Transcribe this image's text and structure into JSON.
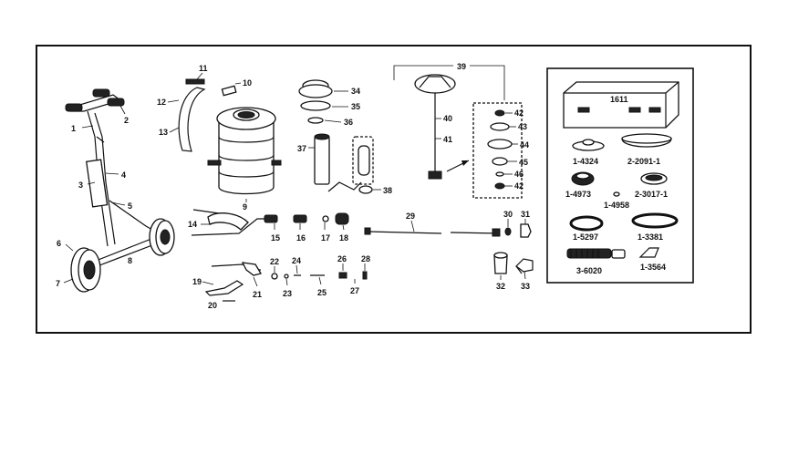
{
  "diagram": {
    "callouts": {
      "c1": "1",
      "c2": "2",
      "c3": "3",
      "c4": "4",
      "c5": "5",
      "c6": "6",
      "c7": "7",
      "c8": "8",
      "c9": "9",
      "c10": "10",
      "c11": "11",
      "c12": "12",
      "c13": "13",
      "c14": "14",
      "c15": "15",
      "c16": "16",
      "c17": "17",
      "c18": "18",
      "c19": "19",
      "c20": "20",
      "c21": "21",
      "c22": "22",
      "c23": "23",
      "c24": "24",
      "c25": "25",
      "c26": "26",
      "c27": "27",
      "c28": "28",
      "c29": "29",
      "c30": "30",
      "c31": "31",
      "c32": "32",
      "c33": "33",
      "c34": "34",
      "c35": "35",
      "c36": "36",
      "c37": "37",
      "c38": "38",
      "c39": "39",
      "c40": "40",
      "c41": "41",
      "c42a": "42",
      "c42b": "42",
      "c43": "43",
      "c44": "44",
      "c45": "45",
      "c46": "46"
    },
    "kit": {
      "box": "1611",
      "p1": "1-4324",
      "p2": "2-2091-1",
      "p3": "1-4973",
      "p4": "1-4958",
      "p5": "2-3017-1",
      "p6": "1-5297",
      "p7": "1-3381",
      "p8": "3-6020",
      "p9": "1-3564"
    }
  }
}
